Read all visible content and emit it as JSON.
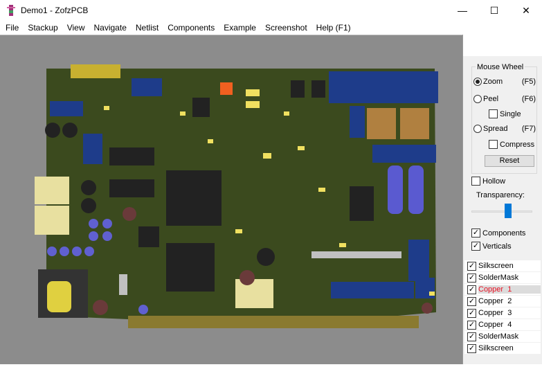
{
  "window": {
    "title": "Demo1 - ZofzPCB",
    "minimize": "—",
    "maximize": "☐",
    "close": "✕"
  },
  "menu": [
    "File",
    "Stackup",
    "View",
    "Navigate",
    "Netlist",
    "Components",
    "Example",
    "Screenshot",
    "Help (F1)"
  ],
  "panel": {
    "mouse_wheel": {
      "label": "Mouse Wheel",
      "zoom": "Zoom",
      "zoom_key": "(F5)",
      "peel": "Peel",
      "peel_key": "(F6)",
      "single": "Single",
      "spread": "Spread",
      "spread_key": "(F7)",
      "compress": "Compress",
      "selected": "Zoom",
      "reset": "Reset"
    },
    "hollow": "Hollow",
    "transparency": "Transparency:",
    "transparency_value": 0.5,
    "components": "Components",
    "verticals": "Verticals",
    "layers": [
      {
        "name": "Silkscreen",
        "checked": true
      },
      {
        "name": "SolderMask",
        "checked": true
      },
      {
        "name": "Copper  1",
        "checked": true,
        "selected": true
      },
      {
        "name": "Copper  2",
        "checked": true
      },
      {
        "name": "Copper  3",
        "checked": true
      },
      {
        "name": "Copper  4",
        "checked": true
      },
      {
        "name": "SolderMask",
        "checked": true
      },
      {
        "name": "Silkscreen",
        "checked": true
      }
    ]
  },
  "colors": {
    "board": "#3b4a1e",
    "viewport": "#8c8c8c",
    "accent": "#0078d7",
    "selected_layer": "#e81123"
  }
}
